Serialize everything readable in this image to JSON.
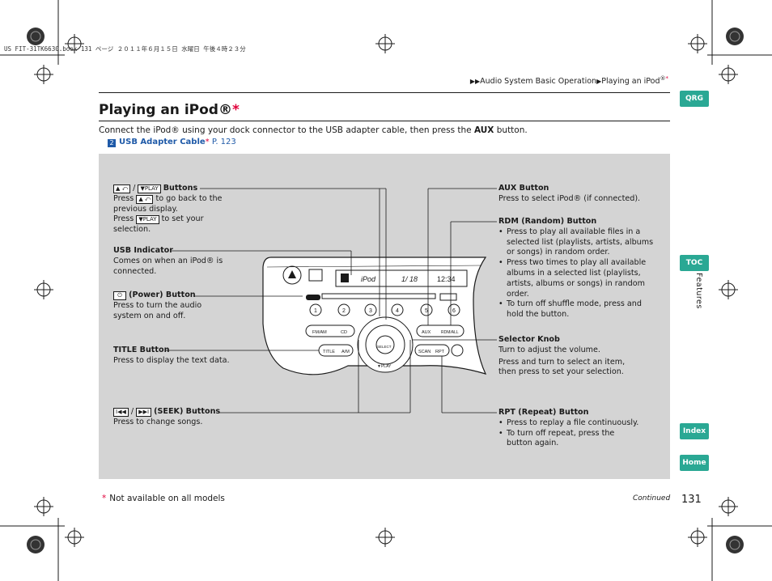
{
  "print_header": "US FIT-31TK6630.book  131 ページ  ２０１１年６月１５日  水曜日  午後４時２３分",
  "breadcrumb": {
    "arrows": "▶▶",
    "section": "Audio System Basic Operation",
    "arrow2": "▶",
    "page": "Playing an iPod",
    "reg": "®",
    "star": "*"
  },
  "title": {
    "text": "Playing an iPod®",
    "star": "*"
  },
  "intro": {
    "before": "Connect the iPod® using your dock connector to the USB adapter cable, then press the ",
    "bold": "AUX",
    "after": " button."
  },
  "xref": {
    "icon": "2",
    "label": "USB Adapter Cable",
    "star": "*",
    "page": " P. 123"
  },
  "labels": {
    "play_buttons": {
      "slash": "/",
      "heading": "Buttons",
      "line1_a": "Press",
      "line1_b": "to go back to the",
      "line2": "previous display.",
      "line3_a": "Press",
      "line3_b": "to set your",
      "line4": "selection."
    },
    "usb": {
      "heading": "USB Indicator",
      "line1": "Comes on when an iPod® is",
      "line2": "connected."
    },
    "power": {
      "heading": "(Power) Button",
      "line1": "Press to turn the audio",
      "line2": "system on and off."
    },
    "title_btn": {
      "heading": "TITLE Button",
      "line1": "Press to display the text data."
    },
    "seek": {
      "slash": "/",
      "heading": "(SEEK) Buttons",
      "line1": "Press to change songs."
    },
    "aux": {
      "heading": "AUX Button",
      "line1": "Press to select iPod® (if connected)."
    },
    "rdm": {
      "heading": "RDM (Random) Button",
      "b1": [
        "Press to play all available files in a",
        "selected list (playlists, artists, albums",
        "or songs) in random order."
      ],
      "b2": [
        "Press two times to play all available",
        "albums in a selected list (playlists,",
        "artists, albums or songs) in random",
        "order."
      ],
      "b3": [
        "To turn off shuffle mode, press and",
        "hold the button."
      ]
    },
    "selector": {
      "heading": "Selector Knob",
      "line1": "Turn to adjust the volume.",
      "line2": "Press and turn to select an item,",
      "line3": "then press to set your selection."
    },
    "rpt": {
      "heading": "RPT (Repeat) Button",
      "b1": [
        "Press to replay a file continuously."
      ],
      "b2": [
        "To turn off repeat, press the",
        "button again."
      ]
    }
  },
  "keycaps": {
    "back": "▲ ⤺",
    "play": "▼PLAY",
    "seek_back": "I◀◀",
    "seek_fwd": "▶▶I"
  },
  "radio": {
    "display": "iPod",
    "track": "1/ 18",
    "time": "12:34",
    "aux": "AUX",
    "rdm": "RDM/ALL",
    "scan": "SCAN",
    "rpt": "RPT",
    "fm": "FM/AM",
    "cd": "CD",
    "title": "TITLE",
    "am": "A/M",
    "play": "▼PLAY",
    "select": "SELECT"
  },
  "side_tabs": {
    "qrg": "QRG",
    "toc": "TOC",
    "index": "Index",
    "home": "Home",
    "features": "Features"
  },
  "footer": {
    "star": "*",
    "note": "Not available on all models",
    "continued": "Continued",
    "page_number": "131"
  },
  "colors": {
    "tab_teal": "#2aa894",
    "asterisk_red": "#e0003a",
    "link_blue": "#1f5aa8",
    "panel_gray": "#d4d4d4"
  }
}
